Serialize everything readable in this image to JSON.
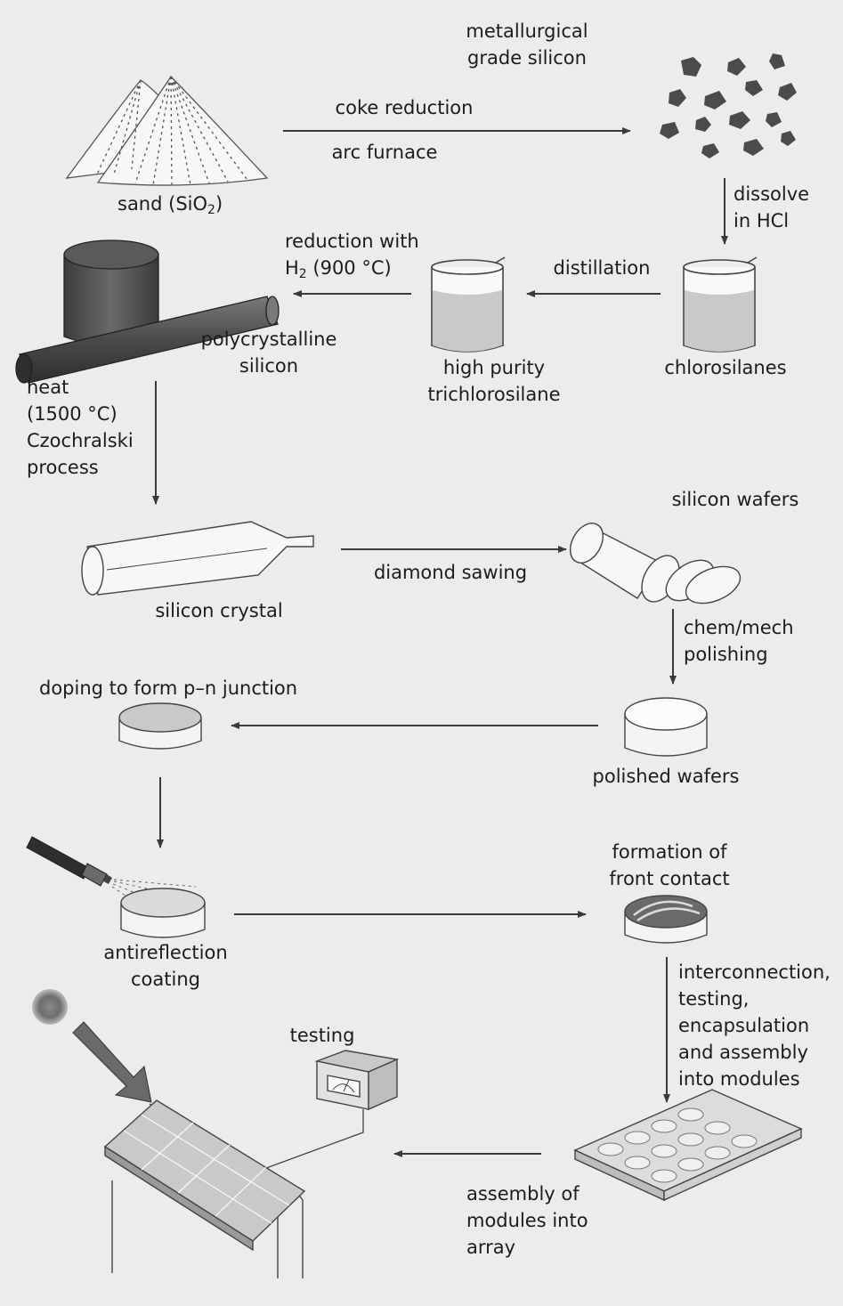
{
  "labels": {
    "sand_prefix": "sand (SiO",
    "sand_sub": "2",
    "sand_suffix": ")",
    "metallurgical": "metallurgical\ngrade silicon",
    "coke_reduction": "coke reduction",
    "arc_furnace": "arc furnace",
    "dissolve": "dissolve\nin HCl",
    "reduction_line1": "reduction with",
    "reduction_h": "H",
    "reduction_sub": "2",
    "reduction_rest": " (900 °C)",
    "distillation": "distillation",
    "polycrystalline": "polycrystalline\nsilicon",
    "high_purity": "high purity\ntrichlorosilane",
    "chlorosilanes": "chlorosilanes",
    "heat": "heat\n(1500 °C)\nCzochralski\nprocess",
    "silicon_wafers": "silicon wafers",
    "diamond_sawing": "diamond sawing",
    "silicon_crystal": "silicon crystal",
    "chem_mech": "chem/mech\npolishing",
    "doping": "doping to form p–n junction",
    "polished_wafers": "polished wafers",
    "formation": "formation of\nfront contact",
    "antireflection": "antireflection\ncoating",
    "interconnection": "interconnection,\ntesting,\nencapsulation\nand assembly\ninto modules",
    "testing": "testing",
    "assembly": "assembly of\nmodules into\narray"
  },
  "colors": {
    "background": "#ececea",
    "line": "#3a3a3a",
    "dark_object": "#555555",
    "light_object": "#fafafa",
    "liquid": "#c9c9c9",
    "sun": "#6e6e6e"
  }
}
